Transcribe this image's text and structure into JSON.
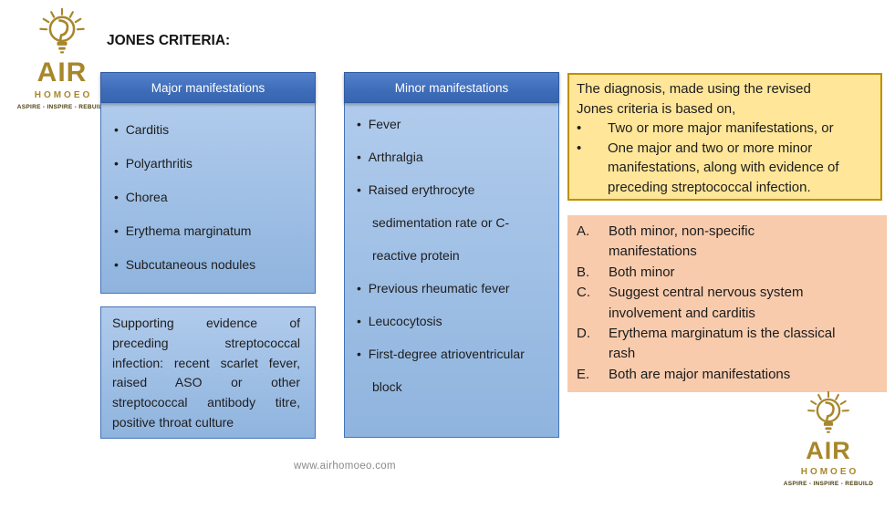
{
  "title": "JONES CRITERIA:",
  "logo": {
    "brand": "AIR",
    "sub_brand": "HOMOEO",
    "tagline": "ASPIRE - INSPIRE - REBUILD"
  },
  "major_box": {
    "header": "Major manifestations",
    "items": [
      "Carditis",
      "Polyarthritis",
      "Chorea",
      "Erythema marginatum",
      "Subcutaneous nodules"
    ]
  },
  "minor_box": {
    "header": "Minor manifestations",
    "items": [
      "Fever",
      "Arthralgia",
      "Raised erythrocyte sedimentation rate or C-reactive protein",
      "Previous rheumatic fever",
      "Leucocytosis",
      "First-degree atrioventricular block"
    ]
  },
  "supporting_box": {
    "text": "Supporting evidence of preceding streptococcal infection: recent scarlet fever, raised ASO or other streptococcal antibody titre, positive throat culture"
  },
  "diagnosis_box": {
    "intro": "The diagnosis, made using the revised Jones criteria is based on,",
    "bullets": [
      "Two or more major manifestations, or",
      "One major and two or more minor manifestations, along with evidence of preceding streptococcal infection."
    ]
  },
  "options_box": {
    "items": [
      {
        "letter": "A.",
        "text": "Both minor, non-specific manifestations"
      },
      {
        "letter": "B.",
        "text": "Both minor"
      },
      {
        "letter": "C.",
        "text": "Suggest central nervous system involvement and carditis"
      },
      {
        "letter": "D.",
        "text": "Erythema marginatum is the classical rash"
      },
      {
        "letter": "E.",
        "text": "Both are major manifestations"
      }
    ]
  },
  "footer": {
    "url": "www.airhomoeo.com"
  },
  "colors": {
    "header_blue": "#4472C4",
    "panel_fill_blue": "#A9C6EA",
    "panel_border_blue": "#4273B8",
    "yellow_fill": "#FFE699",
    "yellow_border": "#BF9000",
    "orange_fill": "#F8CBAD",
    "logo_gold": "#A8872B",
    "footer_gray": "#8A8A8A"
  }
}
